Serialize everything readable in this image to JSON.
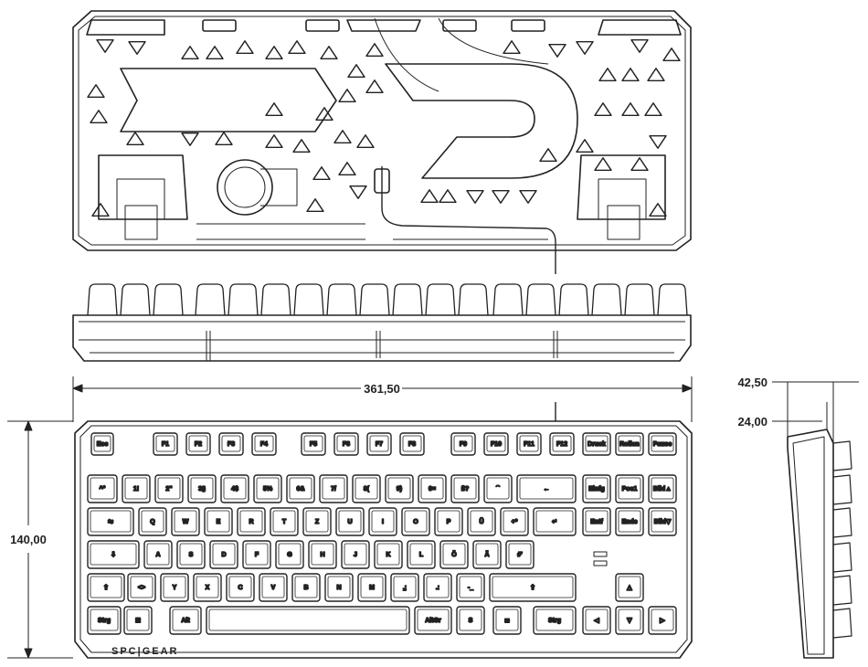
{
  "dimensions": {
    "width": "361,50",
    "height": "140,00",
    "depth_total": "42,50",
    "depth_front": "24,00"
  },
  "brand": "SPC|GEAR",
  "keyboard": {
    "rows": [
      [
        {
          "label": "Esc"
        },
        {
          "label": "F1"
        },
        {
          "label": "F2"
        },
        {
          "label": "F3"
        },
        {
          "label": "F4"
        },
        {
          "label": "F5"
        },
        {
          "label": "F6"
        },
        {
          "label": "F7"
        },
        {
          "label": "F8"
        },
        {
          "label": "F9"
        },
        {
          "label": "F10"
        },
        {
          "label": "F11"
        },
        {
          "label": "F12"
        },
        {
          "label": "Druck"
        },
        {
          "label": "Rollen"
        },
        {
          "label": "Pause"
        }
      ],
      [
        {
          "label": "^°"
        },
        {
          "label": "1!"
        },
        {
          "label": "2\""
        },
        {
          "label": "3§"
        },
        {
          "label": "4$"
        },
        {
          "label": "5%"
        },
        {
          "label": "6&"
        },
        {
          "label": "7/"
        },
        {
          "label": "8("
        },
        {
          "label": "9)"
        },
        {
          "label": "0="
        },
        {
          "label": "ß?"
        },
        {
          "label": "´`"
        },
        {
          "label": "←"
        },
        {
          "label": "Einfg"
        },
        {
          "label": "Pos1"
        },
        {
          "label": "Bild▲"
        }
      ],
      [
        {
          "label": "⇆"
        },
        {
          "label": "Q"
        },
        {
          "label": "W"
        },
        {
          "label": "E"
        },
        {
          "label": "R"
        },
        {
          "label": "T"
        },
        {
          "label": "Z"
        },
        {
          "label": "U"
        },
        {
          "label": "I"
        },
        {
          "label": "O"
        },
        {
          "label": "P"
        },
        {
          "label": "Ü"
        },
        {
          "label": "+*"
        },
        {
          "label": "↵"
        },
        {
          "label": "Entf"
        },
        {
          "label": "Ende"
        },
        {
          "label": "Bild▽"
        }
      ],
      [
        {
          "label": "⇩"
        },
        {
          "label": "A"
        },
        {
          "label": "S"
        },
        {
          "label": "D"
        },
        {
          "label": "F"
        },
        {
          "label": "G"
        },
        {
          "label": "H"
        },
        {
          "label": "J"
        },
        {
          "label": "K"
        },
        {
          "label": "L"
        },
        {
          "label": "Ö"
        },
        {
          "label": "Ä"
        },
        {
          "label": "#'"
        }
      ],
      [
        {
          "label": "⇧"
        },
        {
          "label": "<>"
        },
        {
          "label": "Y"
        },
        {
          "label": "X"
        },
        {
          "label": "C"
        },
        {
          "label": "V"
        },
        {
          "label": "B"
        },
        {
          "label": "N"
        },
        {
          "label": "M"
        },
        {
          "label": ",;"
        },
        {
          "label": ".:"
        },
        {
          "label": "-_"
        },
        {
          "label": "⇧"
        },
        {
          "label": "△"
        }
      ],
      [
        {
          "label": "Strg"
        },
        {
          "label": "⊞"
        },
        {
          "label": "Alt"
        },
        {
          "label": ""
        },
        {
          "label": "AltGr"
        },
        {
          "label": "S"
        },
        {
          "label": "≣"
        },
        {
          "label": "Strg"
        },
        {
          "label": "◁"
        },
        {
          "label": "▽"
        },
        {
          "label": "▷"
        }
      ]
    ]
  }
}
